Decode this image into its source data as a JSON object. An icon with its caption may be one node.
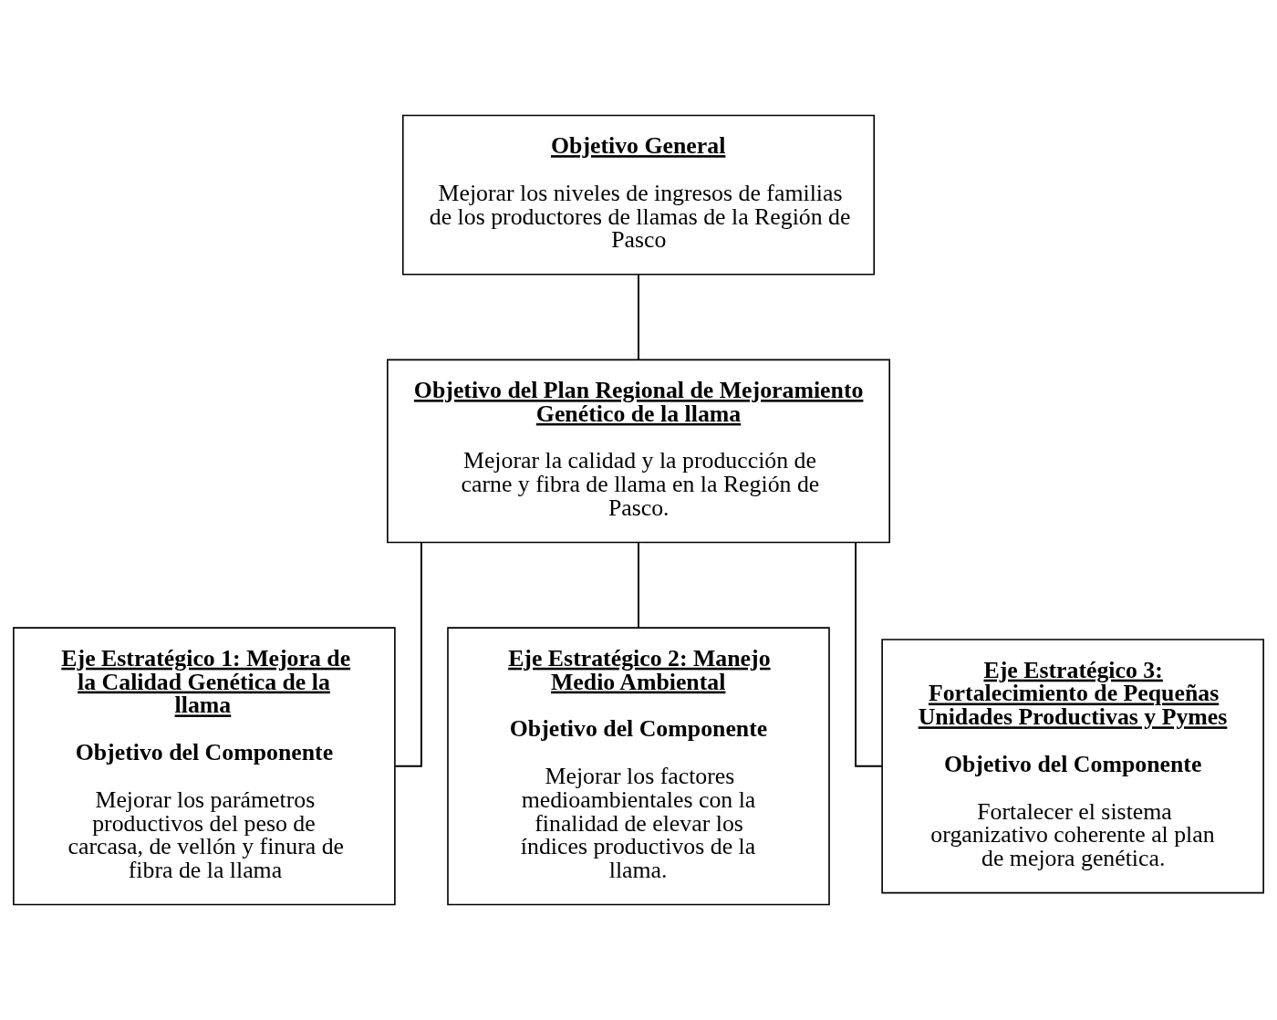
{
  "diagram": {
    "nodes": [
      {
        "text": [
          "Objetivo General",
          "Mejorar los niveles de ingresos de familias de los productores de llamas de la Región de Pasco"
        ]
      },
      {
        "text": [
          "Objetivo del Plan Regional de Mejoramiento Genético de la llama",
          "Mejorar la calidad y la producción de carne y fibra de llama en la Región de Pasco."
        ]
      },
      {
        "text": [
          "Eje Estratégico 1: Mejora de la Calidad Genética de la llama",
          "Objetivo del Componente",
          "Mejorar los parámetros productivos del peso de carcasa, de vellón y finura de fibra de la llama"
        ]
      },
      {
        "text": [
          "Eje Estratégico 2: Manejo Medio Ambiental",
          "Objetivo del Componente",
          "Mejorar los factores medioambientales con la finalidad de elevar los índices productivos de la llama."
        ]
      },
      {
        "text": [
          "Eje Estratégico 3: Fortalecimiento de Pequeñas Unidades Productivas y Pymes",
          "Objetivo del Componente",
          "Fortalecer el sistema organizativo coherente al plan de mejora genética."
        ]
      }
    ],
    "edges": [
      {
        "from": 0,
        "to": 1,
        "arrow": "none"
      },
      {
        "from": 1,
        "to": 2,
        "arrow": "none"
      },
      {
        "from": 1,
        "to": 3,
        "arrow": "none"
      },
      {
        "from": 1,
        "to": 4,
        "arrow": "none"
      }
    ]
  }
}
